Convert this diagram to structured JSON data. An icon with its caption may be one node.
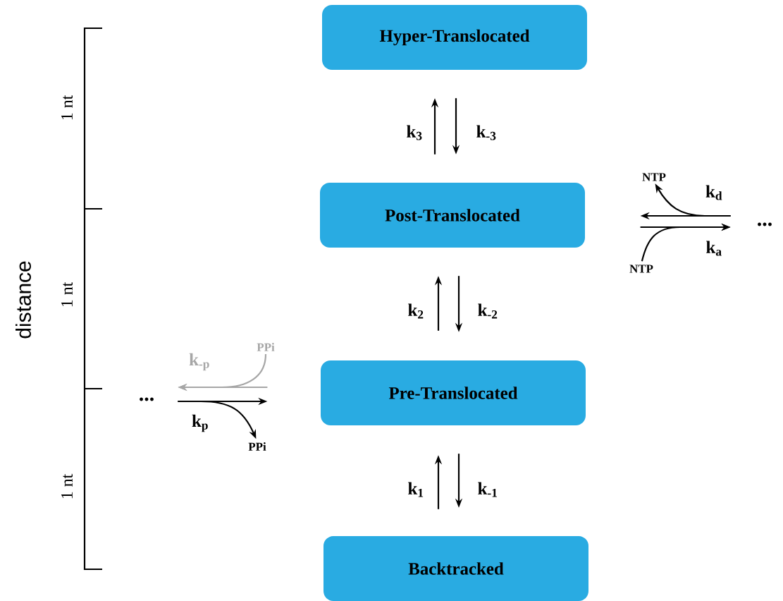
{
  "diagram": {
    "nodes": [
      {
        "text": [
          "Hyper-Translocated"
        ]
      },
      {
        "text": [
          "Post-Translocated"
        ]
      },
      {
        "text": [
          "Pre-Translocated"
        ]
      },
      {
        "text": [
          "Backtracked"
        ]
      },
      {
        "text": [
          "..."
        ]
      },
      {
        "text": [
          "..."
        ]
      },
      {
        "text": [
          "NTP"
        ]
      },
      {
        "text": [
          "NTP"
        ]
      },
      {
        "text": [
          "PPi"
        ]
      },
      {
        "text": [
          "PPi"
        ]
      }
    ],
    "edges": [
      {
        "from": 1,
        "to": 0,
        "arrow": "to",
        "label": "k$_{3}$"
      },
      {
        "from": 0,
        "to": 1,
        "arrow": "to",
        "label": "k$_{-3}$"
      },
      {
        "from": 2,
        "to": 1,
        "arrow": "to",
        "label": "k$_{2}$"
      },
      {
        "from": 1,
        "to": 2,
        "arrow": "to",
        "label": "k$_{-2}$"
      },
      {
        "from": 3,
        "to": 2,
        "arrow": "to",
        "label": "k$_{1}$"
      },
      {
        "from": 2,
        "to": 3,
        "arrow": "to",
        "label": "k$_{-1}$"
      },
      {
        "from": null,
        "to": 4,
        "arrow": "to",
        "label": "k$_{a}$"
      },
      {
        "from": 7,
        "to": 4,
        "arrow": "to"
      },
      {
        "from": 4,
        "to": null,
        "arrow": "to",
        "label": "k$_{d}$"
      },
      {
        "from": 4,
        "to": 6,
        "arrow": "to"
      },
      {
        "from": null,
        "to": 5,
        "arrow": "to",
        "label": "k$_{-p}$",
        "color": "#a6a6a6"
      },
      {
        "from": 8,
        "to": 5,
        "arrow": "to",
        "color": "#a6a6a6"
      },
      {
        "from": 5,
        "to": null,
        "arrow": "to",
        "label": "k$_{p}$"
      },
      {
        "from": 5,
        "to": 9,
        "arrow": "to"
      }
    ],
    "labels": [
      "1 nt",
      "1 nt",
      "1 nt",
      "distance"
    ]
  }
}
